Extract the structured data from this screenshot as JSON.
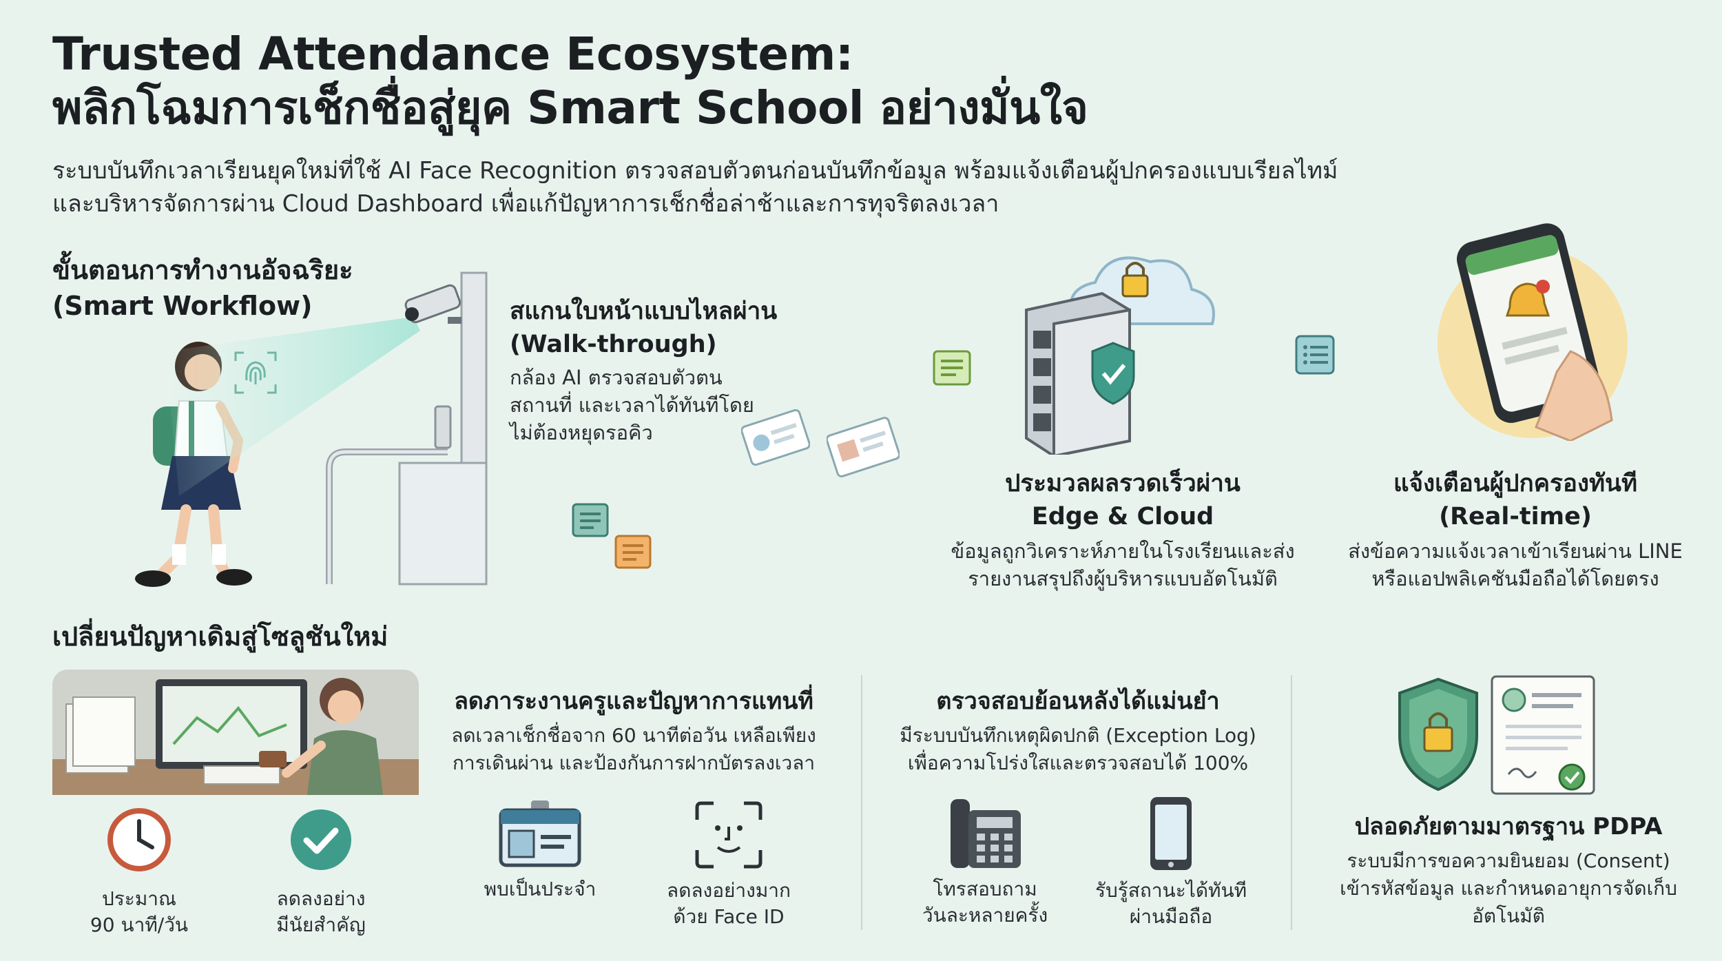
{
  "header": {
    "title_line1": "Trusted Attendance Ecosystem:",
    "title_line2": "พลิกโฉมการเช็กชื่อสู่ยุค Smart School อย่างมั่นใจ",
    "subtitle_line1": "ระบบบันทึกเวลาเรียนยุคใหม่ที่ใช้ AI Face Recognition ตรวจสอบตัวตนก่อนบันทึกข้อมูล พร้อมแจ้งเตือนผู้ปกครองแบบเรียลไทม์",
    "subtitle_line2": "และบริหารจัดการผ่าน Cloud Dashboard เพื่อแก้ปัญหาการเช็กชื่อล่าช้าและการทุจริตลงเวลา"
  },
  "workflow": {
    "heading_line1": "ขั้นตอนการทำงานอัจฉริยะ",
    "heading_line2": "(Smart Workflow)",
    "steps": [
      {
        "title_line1": "สแกนใบหน้าแบบไหลผ่าน",
        "title_line2": "(Walk-through)",
        "text_line1": "กล้อง AI ตรวจสอบตัวตน",
        "text_line2": "สถานที่ และเวลาได้ทันทีโดย",
        "text_line3": "ไม่ต้องหยุดรอคิว"
      },
      {
        "title_line1": "ประมวลผลรวดเร็วผ่าน",
        "title_line2": "Edge & Cloud",
        "text_line1": "ข้อมูลถูกวิเคราะห์ภายในโรงเรียนและส่ง",
        "text_line2": "รายงานสรุปถึงผู้บริหารแบบอัตโนมัติ"
      },
      {
        "title_line1": "แจ้งเตือนผู้ปกครองทันที",
        "title_line2": "(Real-time)",
        "text_line1": "ส่งข้อความแจ้งเวลาเข้าเรียนผ่าน LINE",
        "text_line2": "หรือแอปพลิเคชันมือถือได้โดยตรง"
      }
    ]
  },
  "solutions": {
    "heading": "เปลี่ยนปัญหาเดิมสู่โซลูชันใหม่",
    "cards": [
      {
        "title": "ลดภาระงานครูและปัญหาการแทนที่",
        "text_line1": "ลดเวลาเช็กชื่อจาก 60 นาทีต่อวัน เหลือเพียง",
        "text_line2": "การเดินผ่าน และป้องกันการฝากบัตรลงเวลา",
        "items": [
          {
            "label_line1": "ประมาณ",
            "label_line2": "90 นาที/วัน",
            "icon": "clock-icon"
          },
          {
            "label_line1": "ลดลงอย่าง",
            "label_line2": "มีนัยสำคัญ",
            "icon": "check-circle-icon"
          },
          {
            "label_line1": "พบเป็นประจำ",
            "label_line2": "",
            "icon": "id-card-icon"
          },
          {
            "label_line1": "ลดลงอย่างมาก",
            "label_line2": "ด้วย Face ID",
            "icon": "face-id-icon"
          }
        ]
      },
      {
        "title": "ตรวจสอบย้อนหลังได้แม่นยำ",
        "text_line1": "มีระบบบันทึกเหตุผิดปกติ (Exception Log)",
        "text_line2": "เพื่อความโปร่งใสและตรวจสอบได้ 100%",
        "items": [
          {
            "label_line1": "โทรสอบถาม",
            "label_line2": "วันละหลายครั้ง",
            "icon": "desk-phone-icon"
          },
          {
            "label_line1": "รับรู้สถานะได้ทันที",
            "label_line2": "ผ่านมือถือ",
            "icon": "smartphone-icon"
          }
        ]
      },
      {
        "title": "ปลอดภัยตามมาตรฐาน PDPA",
        "text_line1": "ระบบมีการขอความยินยอม (Consent)",
        "text_line2": "เข้ารหัสข้อมูล และกำหนดอายุการจัดเก็บ",
        "text_line3": "อัตโนมัติ"
      }
    ]
  },
  "colors": {
    "background": "#e9f3ee",
    "teal": "#3f9c8a",
    "orange": "#c75a3c",
    "yellow": "#f2d97a",
    "green": "#5aa85f"
  }
}
